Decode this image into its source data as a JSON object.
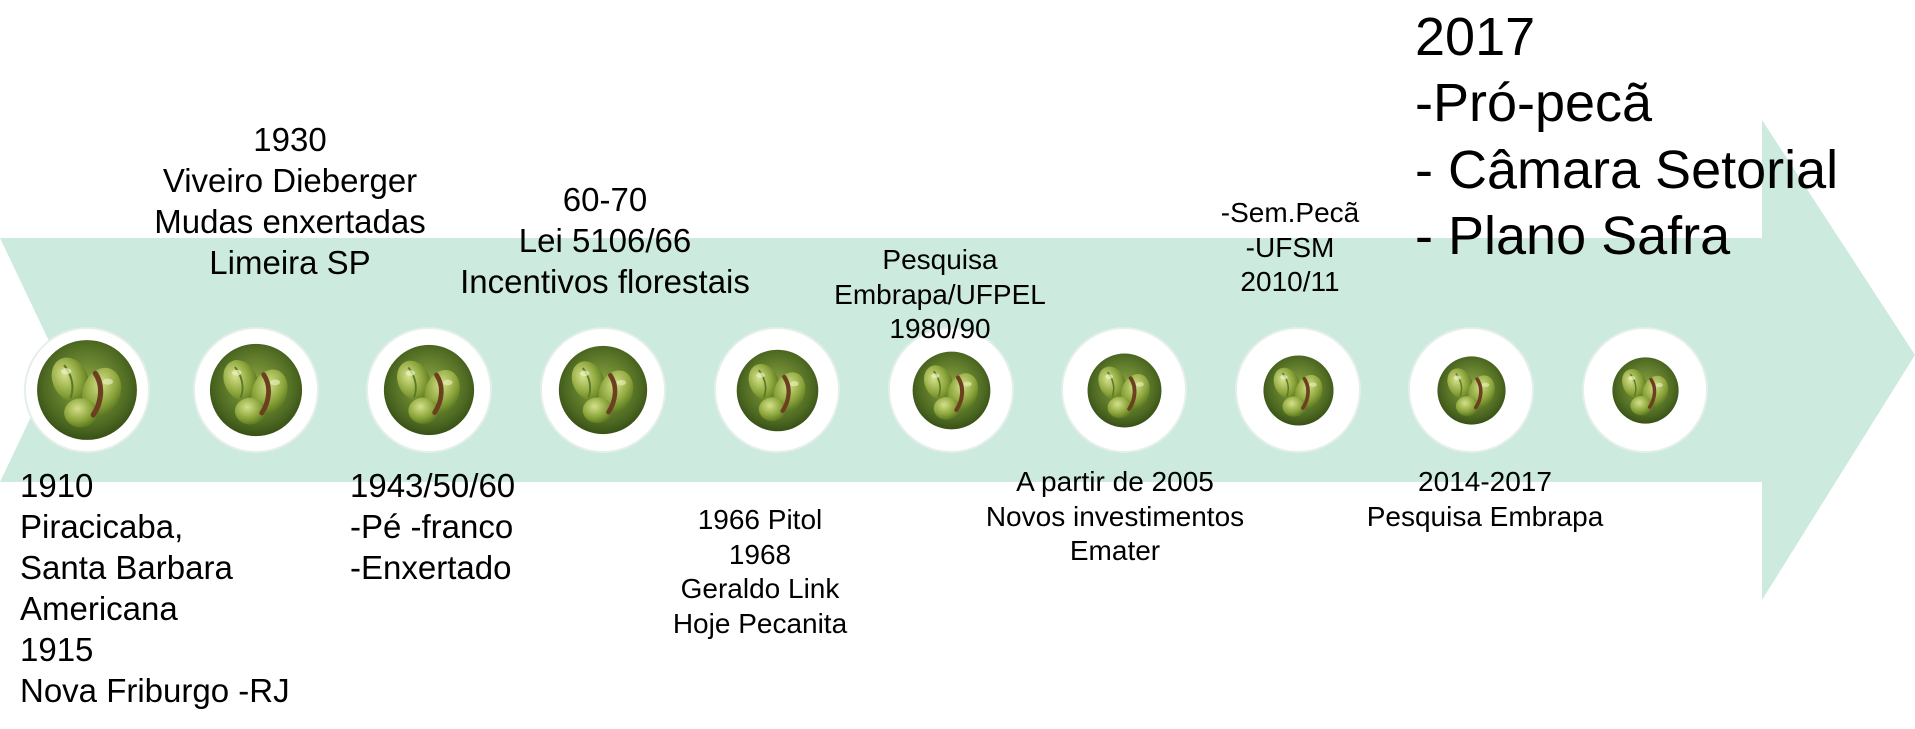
{
  "arrow_color": "#cdeade",
  "node_icon": "pecan-nut-icon",
  "labels": {
    "m1910": [
      "1910",
      "Piracicaba,",
      "Santa Barbara",
      "Americana",
      "1915",
      "Nova Friburgo -RJ"
    ],
    "m1930": [
      "1930",
      "Viveiro Dieberger",
      "Mudas enxertadas",
      "Limeira SP"
    ],
    "m1943": [
      "1943/50/60",
      "-Pé -franco",
      "-Enxertado"
    ],
    "m6070": [
      "60-70",
      "Lei 5106/66",
      "Incentivos florestais"
    ],
    "m1966": [
      "1966 Pitol",
      "1968",
      "Geraldo Link",
      "Hoje Pecanita"
    ],
    "m1980": [
      "Pesquisa",
      "Embrapa/UFPEL",
      "1980/90"
    ],
    "m2005": [
      "A partir de 2005",
      "Novos investimentos",
      "Emater"
    ],
    "m2010": [
      "-Sem.Pecã",
      "-UFSM",
      "2010/11"
    ],
    "m2014": [
      "2014-2017",
      "Pesquisa Embrapa"
    ],
    "m2017": [
      "2017",
      "-Pró-pecã",
      "- Câmara Setorial",
      "- Plano Safra"
    ]
  }
}
